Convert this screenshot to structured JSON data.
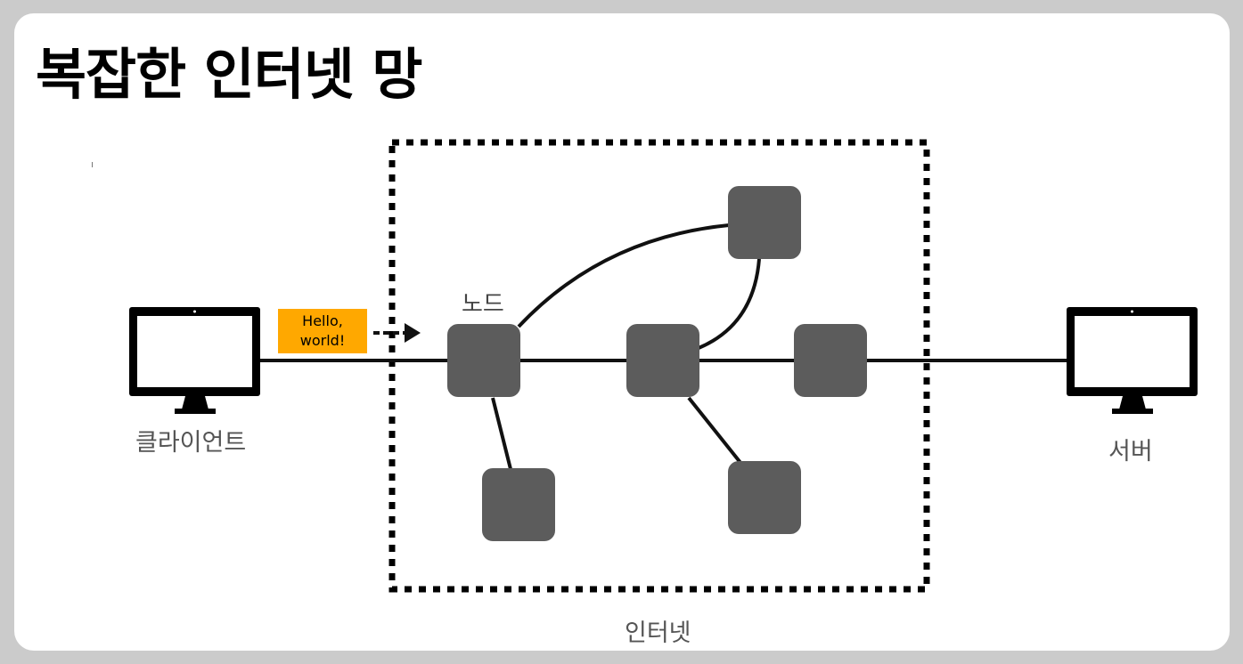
{
  "slide": {
    "title": "복잡한 인터넷 망"
  },
  "labels": {
    "client": "클라이언트",
    "server": "서버",
    "node": "노드",
    "internet": "인터넷"
  },
  "message": {
    "line1": "Hello,",
    "line2": "world!",
    "color": "#ffa800"
  },
  "colors": {
    "node": "#5c5c5c",
    "wire": "#111111",
    "background": "#cbcbcb"
  },
  "icons": {
    "client": "monitor-icon",
    "server": "monitor-icon"
  }
}
